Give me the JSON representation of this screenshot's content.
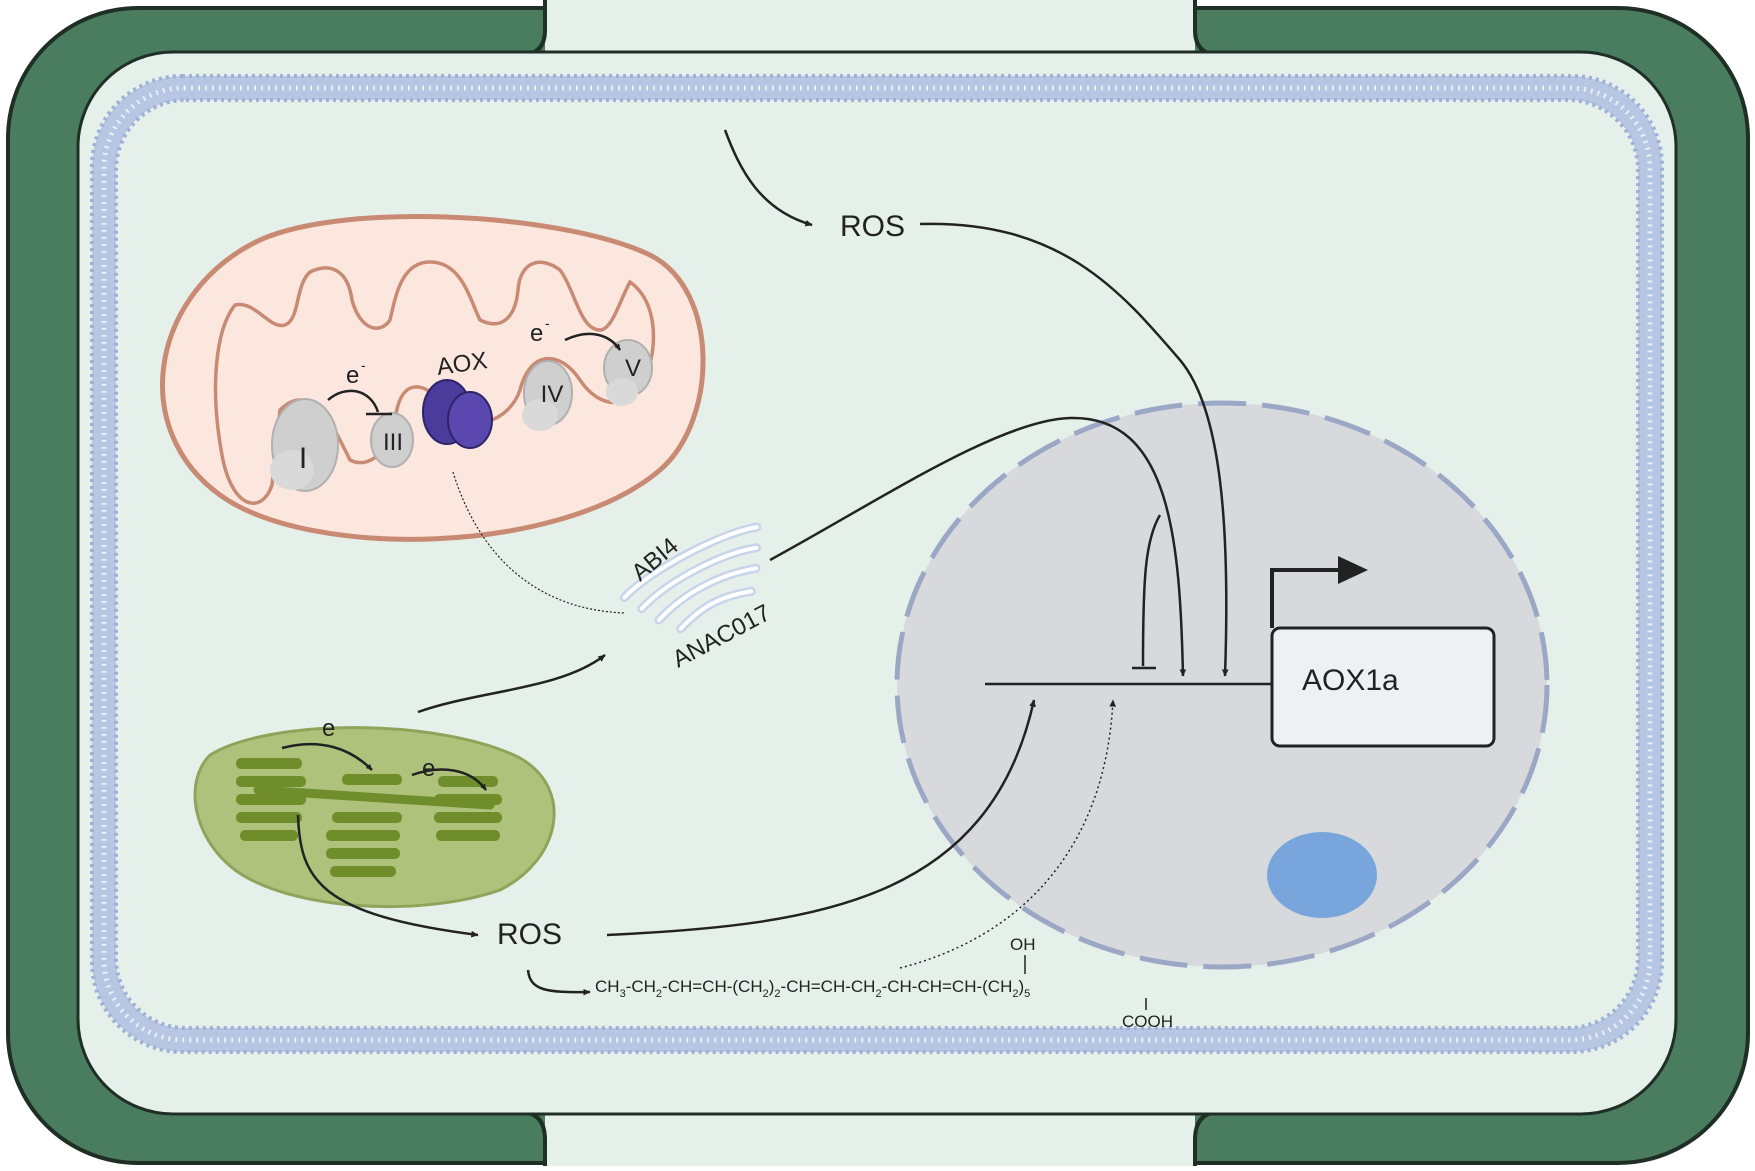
{
  "labels": {
    "ros_top": "ROS",
    "ros_bottom": "ROS",
    "aox": "AOX",
    "abi4": "ABI4",
    "anac017": "ANAC017",
    "gene": "AOX1a",
    "electron": "e",
    "electron_sup": "-",
    "complex_i": "I",
    "complex_iii": "III",
    "complex_iv": "IV",
    "complex_v": "V",
    "oh": "OH",
    "cooh": "COOH"
  },
  "formula": {
    "seg1": "CH",
    "sub1": "3",
    "seg2": "-CH",
    "sub2": "2",
    "seg3": "-CH=CH-(CH",
    "sub3": "2",
    "seg4": ")",
    "sub4": "2",
    "seg5": "-CH=CH-CH",
    "sub5": "2",
    "seg6": "-CH-CH=CH-(CH",
    "sub6": "2",
    "seg7": ")",
    "sub7": "5"
  },
  "colors": {
    "cell_wall": "#4a7c5f",
    "cytoplasm": "#e6f0ea",
    "membrane": "#b7c6e2",
    "mito_outer": "#c98a74",
    "mito_fill": "#fbe7dd",
    "chloroplast_fill": "#aec27c",
    "thylakoid": "#6f8d2b",
    "nucleus_fill": "#d8d9dc",
    "nucleus_border": "#9aa8c6",
    "nucleolus": "#78a6dc",
    "aox_protein": "#4b3b9a",
    "complex_grey": "#cfcfcf",
    "arrow": "#222222"
  }
}
